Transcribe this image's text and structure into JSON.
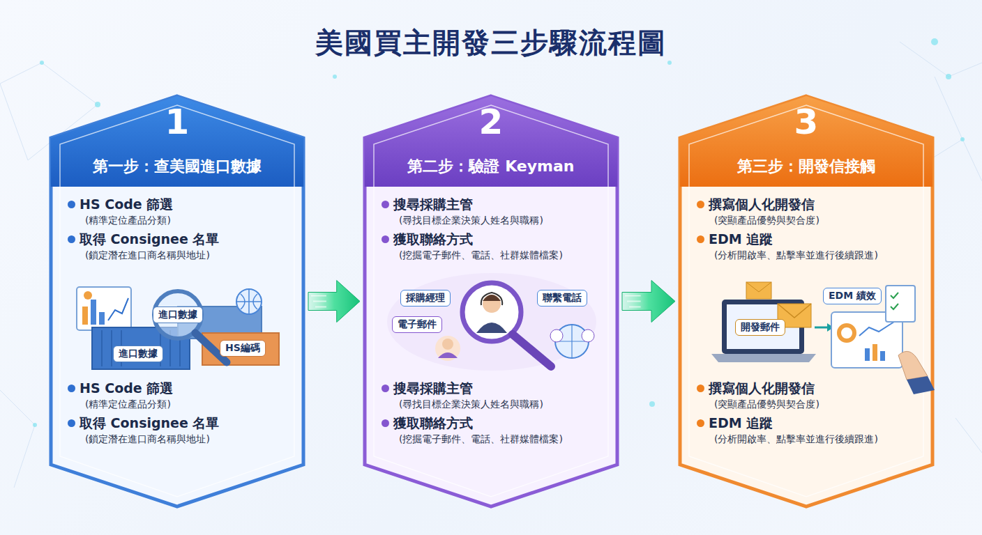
{
  "diagram": {
    "title": "美國買主開發三步驟流程圖",
    "nodes": [
      {
        "text": [
          "1",
          "第一步：查美國進口數據",
          "HS Code 篩選",
          "(精準定位產品分類)",
          "取得 Consignee 名單",
          "(鎖定潛在進口商名稱與地址)",
          "HS Code 篩選",
          "(精準定位產品分類)",
          "取得 Consignee 名單",
          "(鎖定潛在進口商名稱與地址)"
        ]
      },
      {
        "text": [
          "2",
          "第二步：驗證 Keyman",
          "搜尋採購主管",
          "(尋找目標企業決策人姓名與職稱)",
          "獲取聯絡方式",
          "(挖掘電子郵件、電話、社群媒體檔案)",
          "搜尋採購主管",
          "(尋找目標企業決策人姓名與職稱)",
          "獲取聯絡方式",
          "(挖掘電子郵件、電話、社群媒體檔案)"
        ]
      },
      {
        "text": [
          "3",
          "第三步：開發信接觸",
          "撰寫個人化開發信",
          "(突顯產品優勢與契合度)",
          "EDM 追蹤",
          "(分析開啟率、點擊率並進行後續跟進)",
          "撰寫個人化開發信",
          "(突顯產品優勢與契合度)",
          "EDM 追蹤",
          "(分析開啟率、點擊率並進行後續跟進)"
        ]
      }
    ],
    "edges": [
      {
        "from": 0,
        "to": 1,
        "arrow": "to"
      },
      {
        "from": 1,
        "to": 2,
        "arrow": "to"
      }
    ],
    "labels": [
      "進口數據",
      "進口數據",
      "HS編碼",
      "採購經理",
      "聯繫電話",
      "電子郵件",
      "開發郵件",
      "EDM 績效"
    ]
  }
}
